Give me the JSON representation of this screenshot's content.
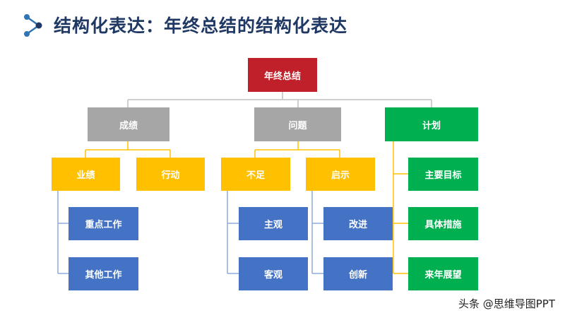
{
  "title": "结构化表达：年终总结的结构化表达",
  "colors": {
    "title": "#1f3864",
    "root": "#c0202a",
    "level1_gray": "#a6a6a6",
    "level1_green": "#00b050",
    "level2": "#ffc000",
    "leaf_blue": "#4472c4",
    "leaf_green": "#00b050",
    "line_gray": "#bfbfbf",
    "line_yellow": "#ffc000",
    "line_blue": "#8faadc"
  },
  "icons": {
    "title": "share-nodes-icon"
  },
  "root": "年终总结",
  "branches": {
    "achievement": {
      "label": "成绩",
      "sub": {
        "performance": {
          "label": "业绩",
          "leaves": [
            "重点工作",
            "其他工作"
          ]
        },
        "action": {
          "label": "行动"
        }
      }
    },
    "problem": {
      "label": "问题",
      "sub": {
        "shortfall": {
          "label": "不足",
          "leaves": [
            "主观",
            "客观"
          ]
        },
        "insight": {
          "label": "启示",
          "leaves": [
            "改进",
            "创新"
          ]
        }
      }
    },
    "plan": {
      "label": "计划",
      "leaves": [
        "主要目标",
        "具体措施",
        "来年展望"
      ]
    }
  },
  "watermark": "头条 @思维导图PPT"
}
